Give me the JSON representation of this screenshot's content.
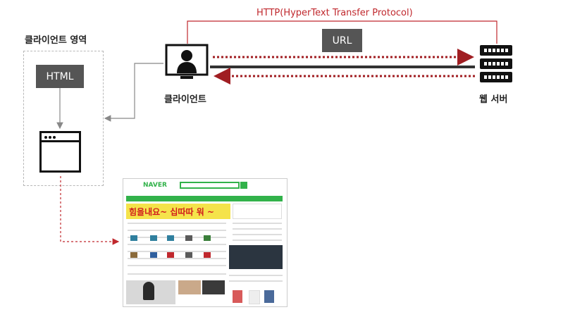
{
  "client_area": {
    "title": "클라이언트 영역"
  },
  "html_box": {
    "label": "HTML"
  },
  "client": {
    "label": "클라이언트"
  },
  "server": {
    "label": "웹 서버"
  },
  "protocol": {
    "label": "HTTP(HyperText Transfer Protocol)"
  },
  "url_box": {
    "label": "URL"
  },
  "screenshot": {
    "logo": "NAVER",
    "banner_text": "힘을내요~ 십따따 워 ~"
  },
  "colors": {
    "request_arrow": "#a01e22",
    "response_line": "#333333",
    "connector": "#888888",
    "dashed_link": "#c0282d"
  }
}
